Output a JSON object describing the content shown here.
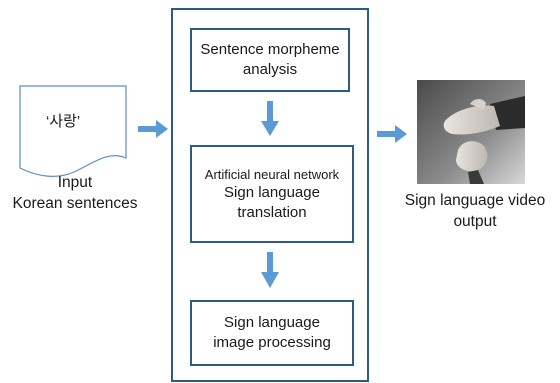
{
  "input": {
    "document_text": "‘사랑’",
    "caption_line1": "Input",
    "caption_line2": "Korean sentences"
  },
  "process": {
    "step1": {
      "line1": "Sentence morpheme",
      "line2": "analysis"
    },
    "step2": {
      "sub": "Artificial neural network",
      "line1": "Sign language",
      "line2": "translation"
    },
    "step3": {
      "line1": "Sign language",
      "line2": "image processing"
    }
  },
  "output": {
    "caption_line1": "Sign language video",
    "caption_line2": "output"
  },
  "colors": {
    "border": "#2e5a86",
    "arrow": "#5b9bd5"
  }
}
